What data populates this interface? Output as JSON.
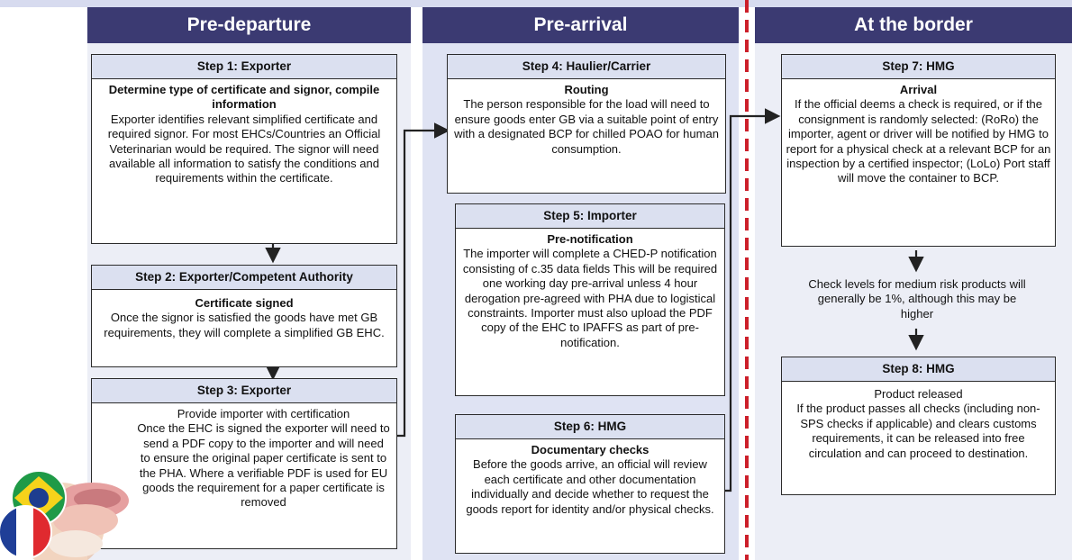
{
  "columns": [
    {
      "header": "Pre-departure"
    },
    {
      "header": "Pre-arrival"
    },
    {
      "header": "At the border"
    }
  ],
  "steps": {
    "s1": {
      "title": "Step 1: Exporter",
      "sub": "Determine type of certificate and signor, compile information",
      "text": "Exporter identifies relevant simplified certificate and required signor. For most EHCs/Countries an Official Veterinarian would be required. The signor will need available all information to satisfy the conditions and requirements within the certificate."
    },
    "s2": {
      "title": "Step 2: Exporter/Competent Authority",
      "sub": "Certificate signed",
      "text": "Once the signor is satisfied the goods have met GB requirements, they will complete a simplified GB EHC."
    },
    "s3": {
      "title": "Step 3: Exporter",
      "sub": "Provide importer with certification",
      "text": "Once the EHC is signed the exporter will need to send a PDF copy to the importer and will need to ensure the original paper certificate is sent to the PHA. Where a verifiable PDF is used for EU goods the requirement for a paper certificate is removed"
    },
    "s4": {
      "title": "Step 4: Haulier/Carrier",
      "sub": "Routing",
      "text": "The person responsible for the load will need to ensure goods enter GB via a suitable point of entry with a designated BCP for chilled POAO for human consumption."
    },
    "s5": {
      "title": "Step 5: Importer",
      "sub": "Pre-notification",
      "text": "The importer will complete a CHED-P notification consisting of c.35 data fields This will be required one working day pre-arrival unless 4 hour derogation pre-agreed with PHA due to logistical constraints. Importer must also upload the PDF copy of the EHC to IPAFFS as part of pre-notification."
    },
    "s6": {
      "title": "Step 6: HMG",
      "sub": "Documentary checks",
      "text": "Before the goods arrive, an official  will review each certificate and other documentation individually and decide whether to request the goods report for identity and/or physical checks."
    },
    "s7": {
      "title": "Step 7: HMG",
      "sub": "Arrival",
      "text": "If the official deems a check is required, or if the consignment is randomly selected: (RoRo) the importer, agent or driver will be notified by HMG to report for a physical check at a relevant BCP for an inspection by a certified inspector; (LoLo) Port staff will move the container to BCP."
    },
    "s8": {
      "title": "Step 8: HMG",
      "sub": "Product released",
      "text": "If the product passes all checks (including non-SPS checks if applicable) and clears customs requirements, it can be released into free circulation and can proceed to destination."
    }
  },
  "check_levels": "Check levels for medium risk products will generally be 1%, although this may be higher",
  "colors": {
    "header": "#3b3a72",
    "divider": "#cc1f2a",
    "panel": "#eceef6",
    "title_shade": "#dbe0f0"
  },
  "icons": [
    "brazil-flag-icon",
    "france-flag-icon",
    "meat-icon"
  ]
}
